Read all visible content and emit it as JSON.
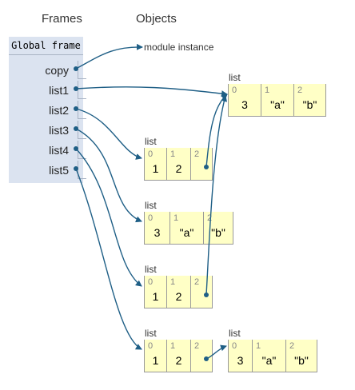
{
  "headers": {
    "frames": "Frames",
    "objects": "Objects"
  },
  "frame": {
    "title": "Global frame",
    "vars": [
      "copy",
      "list1",
      "list2",
      "list3",
      "list4",
      "list5"
    ]
  },
  "module_label": "module instance",
  "lists": {
    "list_a": {
      "label": "list",
      "indices": [
        "0",
        "1",
        "2"
      ],
      "values": [
        "3",
        "\"a\"",
        "\"b\""
      ]
    },
    "list_b": {
      "label": "list",
      "indices": [
        "0",
        "1",
        "2"
      ],
      "values": [
        "1",
        "2",
        ""
      ]
    },
    "list_c": {
      "label": "list",
      "indices": [
        "0",
        "1",
        "2"
      ],
      "values": [
        "3",
        "\"a\"",
        "\"b\""
      ]
    },
    "list_d": {
      "label": "list",
      "indices": [
        "0",
        "1",
        "2"
      ],
      "values": [
        "1",
        "2",
        ""
      ]
    },
    "list_e": {
      "label": "list",
      "indices": [
        "0",
        "1",
        "2"
      ],
      "values": [
        "1",
        "2",
        ""
      ]
    },
    "list_f": {
      "label": "list",
      "indices": [
        "0",
        "1",
        "2"
      ],
      "values": [
        "3",
        "\"a\"",
        "\"b\""
      ]
    }
  },
  "colors": {
    "arrow": "#1f5f86",
    "frame_bg": "#dbe3f0",
    "cell_bg": "#ffffc6"
  }
}
